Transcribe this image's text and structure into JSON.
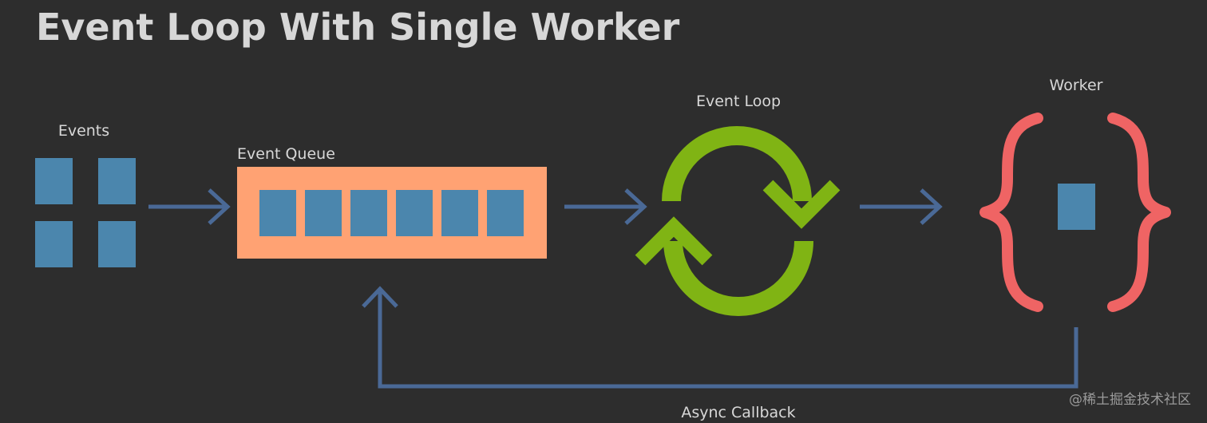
{
  "title": "Event Loop With Single Worker",
  "labels": {
    "events": "Events",
    "event_queue": "Event Queue",
    "event_loop": "Event Loop",
    "worker": "Worker",
    "async_callback": "Async Callback"
  },
  "watermark": "@稀土掘金技术社区",
  "counts": {
    "events": 4,
    "queue_items": 6,
    "worker_items": 1
  },
  "colors": {
    "background": "#2d2d2d",
    "block": "#4b86ad",
    "queue": "#ffa273",
    "loop": "#80b414",
    "braces": "#ef6464",
    "arrows": "#4a6996"
  },
  "icons": [
    "event-block",
    "cycle-arrows-icon",
    "curly-braces-icon",
    "arrow-right-icon",
    "arrow-up-icon"
  ]
}
